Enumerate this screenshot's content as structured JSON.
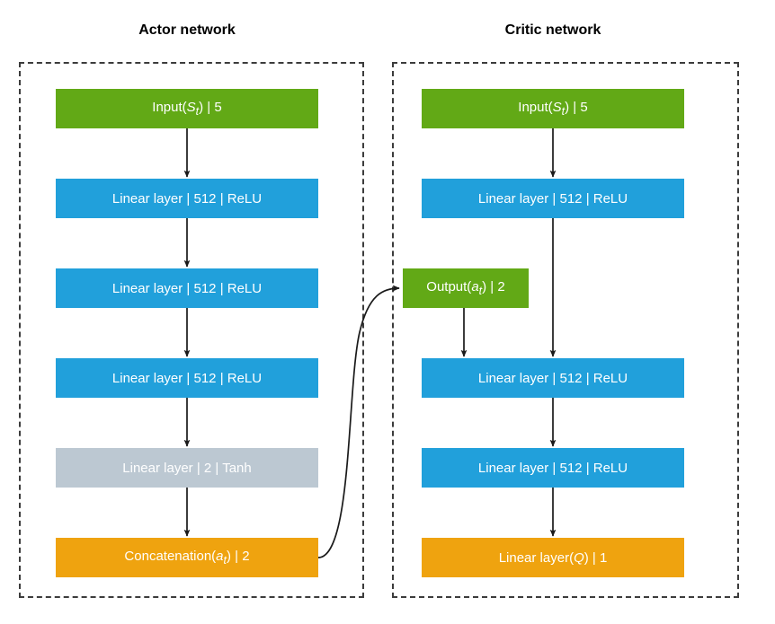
{
  "figure": {
    "title_left": "Actor network",
    "title_right": "Critic network",
    "colors": {
      "green": "#62A916",
      "blue": "#21A0DB",
      "orange": "#EFA30F",
      "gray": "#BCC8D2",
      "border": "#3c3c3c",
      "arrow": "#1a1a1a",
      "text_on_node": "#ffffff",
      "title": "#000000"
    }
  },
  "actor": {
    "title": "Actor network",
    "nodes": [
      {
        "id": "actor-input",
        "text": "Input(St) | 5",
        "html": "Input(<i>S<sub>t</sub></i>) | 5",
        "color": "green",
        "units": 5,
        "activation": ""
      },
      {
        "id": "actor-fc1",
        "text": "Linear layer | 512 | ReLU",
        "html": "Linear layer | 512 | ReLU",
        "color": "blue",
        "units": 512,
        "activation": "ReLU"
      },
      {
        "id": "actor-fc2",
        "text": "Linear layer | 512 | ReLU",
        "html": "Linear layer | 512 | ReLU",
        "color": "blue",
        "units": 512,
        "activation": "ReLU"
      },
      {
        "id": "actor-fc3",
        "text": "Linear layer | 512 | ReLU",
        "html": "Linear layer | 512 | ReLU",
        "color": "blue",
        "units": 512,
        "activation": "ReLU"
      },
      {
        "id": "actor-tanh",
        "text": "Linear layer | 2 | Tanh",
        "html": "Linear layer | 2 | Tanh",
        "color": "gray",
        "units": 2,
        "activation": "Tanh"
      },
      {
        "id": "actor-concat",
        "text": "Concatenation(at) | 2",
        "html": "Concatenation(<i>a<sub>t</sub></i>) | 2",
        "color": "orange",
        "units": 2,
        "activation": ""
      }
    ]
  },
  "critic": {
    "title": "Critic network",
    "nodes": [
      {
        "id": "critic-input",
        "text": "Input(St) | 5",
        "html": "Input(<i>S<sub>t</sub></i>) | 5",
        "color": "green",
        "units": 5,
        "activation": ""
      },
      {
        "id": "critic-fc1",
        "text": "Linear layer | 512 | ReLU",
        "html": "Linear layer | 512 | ReLU",
        "color": "blue",
        "units": 512,
        "activation": "ReLU"
      },
      {
        "id": "critic-output",
        "text": "Output(at) | 2",
        "html": "Output(<i>a<sub>t</sub></i>) | 2",
        "color": "green",
        "units": 2,
        "activation": ""
      },
      {
        "id": "critic-fc2",
        "text": "Linear layer | 512 | ReLU",
        "html": "Linear layer | 512 | ReLU",
        "color": "blue",
        "units": 512,
        "activation": "ReLU"
      },
      {
        "id": "critic-fc3",
        "text": "Linear layer | 512 | ReLU",
        "html": "Linear layer | 512 | ReLU",
        "color": "blue",
        "units": 512,
        "activation": "ReLU"
      },
      {
        "id": "critic-q",
        "text": "Linear layer(Q) | 1",
        "html": "Linear layer(<i>Q</i>) | 1",
        "color": "orange",
        "units": 1,
        "activation": ""
      }
    ]
  },
  "connections": [
    {
      "from": "actor-input",
      "to": "actor-fc1",
      "style": "straight"
    },
    {
      "from": "actor-fc1",
      "to": "actor-fc2",
      "style": "straight"
    },
    {
      "from": "actor-fc2",
      "to": "actor-fc3",
      "style": "straight"
    },
    {
      "from": "actor-fc3",
      "to": "actor-tanh",
      "style": "straight"
    },
    {
      "from": "actor-tanh",
      "to": "actor-concat",
      "style": "straight"
    },
    {
      "from": "actor-concat",
      "to": "critic-output",
      "style": "curved"
    },
    {
      "from": "critic-input",
      "to": "critic-fc2",
      "style": "straight-long"
    },
    {
      "from": "critic-output",
      "to": "critic-fc2",
      "style": "straight"
    },
    {
      "from": "critic-fc2",
      "to": "critic-fc3",
      "style": "straight"
    },
    {
      "from": "critic-fc3",
      "to": "critic-q",
      "style": "straight"
    }
  ]
}
